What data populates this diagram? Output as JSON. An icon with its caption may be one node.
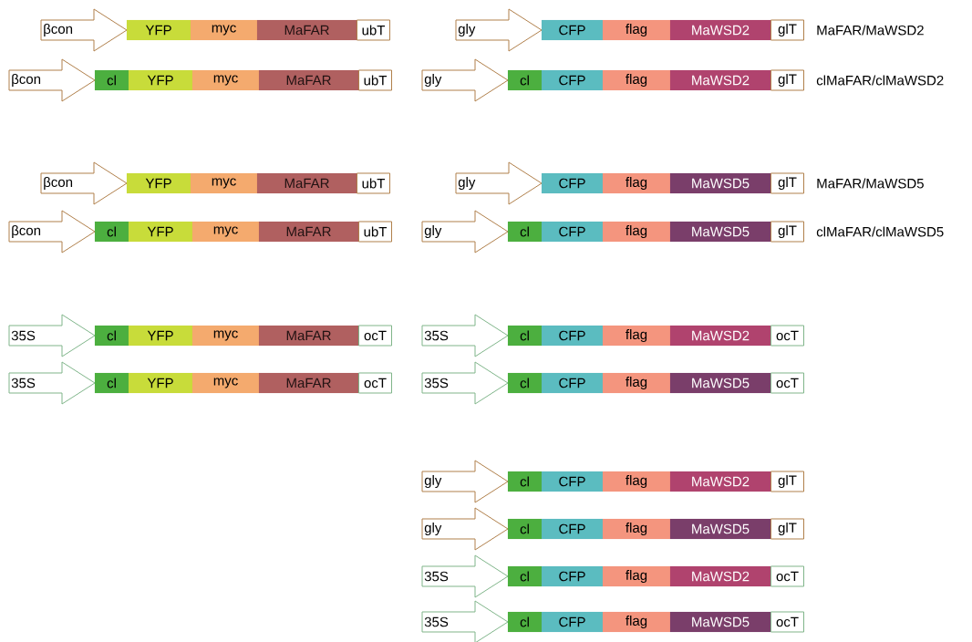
{
  "diagram": {
    "nodes": [
      {
        "text": [
          "βcon"
        ]
      },
      {
        "text": [
          "YFP"
        ]
      },
      {
        "text": [
          "myc"
        ]
      },
      {
        "text": [
          "MaFAR"
        ]
      },
      {
        "text": [
          "ubT"
        ]
      },
      {
        "text": [
          "gly"
        ]
      },
      {
        "text": [
          "CFP"
        ]
      },
      {
        "text": [
          "flag"
        ]
      },
      {
        "text": [
          "MaWSD2"
        ]
      },
      {
        "text": [
          "glT"
        ]
      },
      {
        "text": [
          "βcon"
        ]
      },
      {
        "text": [
          "cl"
        ]
      },
      {
        "text": [
          "YFP"
        ]
      },
      {
        "text": [
          "myc"
        ]
      },
      {
        "text": [
          "MaFAR"
        ]
      },
      {
        "text": [
          "ubT"
        ]
      },
      {
        "text": [
          "gly"
        ]
      },
      {
        "text": [
          "cl"
        ]
      },
      {
        "text": [
          "CFP"
        ]
      },
      {
        "text": [
          "flag"
        ]
      },
      {
        "text": [
          "MaWSD2"
        ]
      },
      {
        "text": [
          "glT"
        ]
      },
      {
        "text": [
          "βcon"
        ]
      },
      {
        "text": [
          "YFP"
        ]
      },
      {
        "text": [
          "myc"
        ]
      },
      {
        "text": [
          "MaFAR"
        ]
      },
      {
        "text": [
          "ubT"
        ]
      },
      {
        "text": [
          "gly"
        ]
      },
      {
        "text": [
          "CFP"
        ]
      },
      {
        "text": [
          "flag"
        ]
      },
      {
        "text": [
          "MaWSD5"
        ]
      },
      {
        "text": [
          "glT"
        ]
      },
      {
        "text": [
          "βcon"
        ]
      },
      {
        "text": [
          "cl"
        ]
      },
      {
        "text": [
          "YFP"
        ]
      },
      {
        "text": [
          "myc"
        ]
      },
      {
        "text": [
          "MaFAR"
        ]
      },
      {
        "text": [
          "ubT"
        ]
      },
      {
        "text": [
          "gly"
        ]
      },
      {
        "text": [
          "cl"
        ]
      },
      {
        "text": [
          "CFP"
        ]
      },
      {
        "text": [
          "flag"
        ]
      },
      {
        "text": [
          "MaWSD5"
        ]
      },
      {
        "text": [
          "glT"
        ]
      },
      {
        "text": [
          "35S"
        ]
      },
      {
        "text": [
          "cl"
        ]
      },
      {
        "text": [
          "YFP"
        ]
      },
      {
        "text": [
          "myc"
        ]
      },
      {
        "text": [
          "MaFAR"
        ]
      },
      {
        "text": [
          "ocT"
        ]
      },
      {
        "text": [
          "35S"
        ]
      },
      {
        "text": [
          "cl"
        ]
      },
      {
        "text": [
          "CFP"
        ]
      },
      {
        "text": [
          "flag"
        ]
      },
      {
        "text": [
          "MaWSD2"
        ]
      },
      {
        "text": [
          "ocT"
        ]
      },
      {
        "text": [
          "35S"
        ]
      },
      {
        "text": [
          "cl"
        ]
      },
      {
        "text": [
          "YFP"
        ]
      },
      {
        "text": [
          "myc"
        ]
      },
      {
        "text": [
          "MaFAR"
        ]
      },
      {
        "text": [
          "ocT"
        ]
      },
      {
        "text": [
          "35S"
        ]
      },
      {
        "text": [
          "cl"
        ]
      },
      {
        "text": [
          "CFP"
        ]
      },
      {
        "text": [
          "flag"
        ]
      },
      {
        "text": [
          "MaWSD5"
        ]
      },
      {
        "text": [
          "ocT"
        ]
      },
      {
        "text": [
          "gly"
        ]
      },
      {
        "text": [
          "cl"
        ]
      },
      {
        "text": [
          "CFP"
        ]
      },
      {
        "text": [
          "flag"
        ]
      },
      {
        "text": [
          "MaWSD2"
        ]
      },
      {
        "text": [
          "glT"
        ]
      },
      {
        "text": [
          "gly"
        ]
      },
      {
        "text": [
          "cl"
        ]
      },
      {
        "text": [
          "CFP"
        ]
      },
      {
        "text": [
          "flag"
        ]
      },
      {
        "text": [
          "MaWSD5"
        ]
      },
      {
        "text": [
          "glT"
        ]
      },
      {
        "text": [
          "35S"
        ]
      },
      {
        "text": [
          "cl"
        ]
      },
      {
        "text": [
          "CFP"
        ]
      },
      {
        "text": [
          "flag"
        ]
      },
      {
        "text": [
          "MaWSD2"
        ]
      },
      {
        "text": [
          "ocT"
        ]
      },
      {
        "text": [
          "35S"
        ]
      },
      {
        "text": [
          "cl"
        ]
      },
      {
        "text": [
          "CFP"
        ]
      },
      {
        "text": [
          "flag"
        ]
      },
      {
        "text": [
          "MaWSD5"
        ]
      },
      {
        "text": [
          "ocT"
        ]
      }
    ],
    "labels": [
      "MaFAR/MaWSD2",
      "clMaFAR/clMaWSD2",
      "MaFAR/MaWSD5",
      "clMaFAR/clMaWSD5"
    ]
  }
}
